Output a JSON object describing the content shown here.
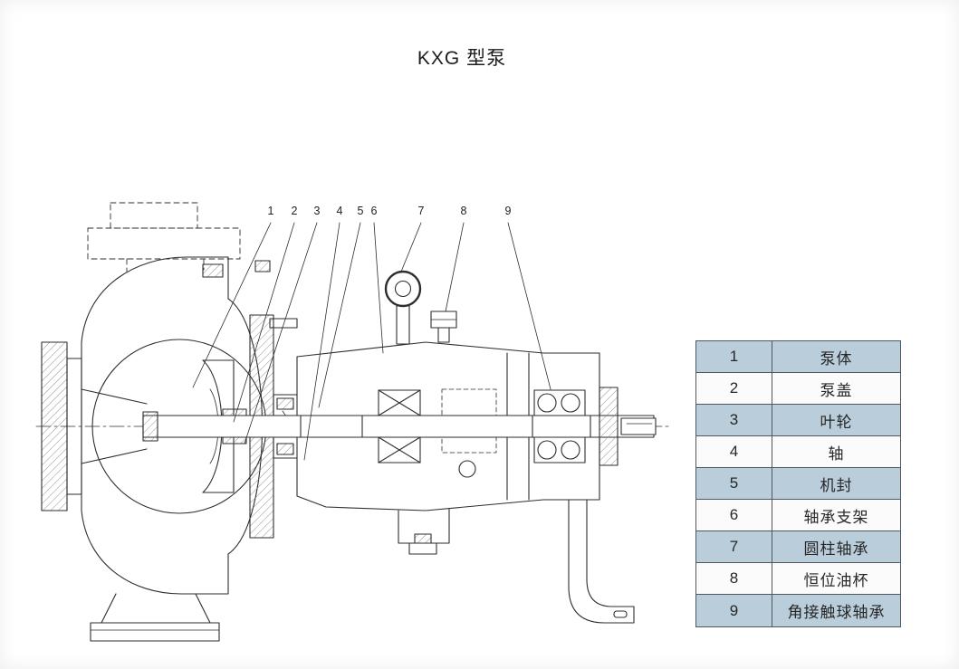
{
  "page": {
    "title": "KXG 型泵"
  },
  "colors": {
    "table_shade": "#b9cdda",
    "table_bg": "#fbfbfb",
    "table_border": "#4f565c",
    "line": "#2e2e2e"
  },
  "callouts": [
    "1",
    "2",
    "3",
    "4",
    "5",
    "6",
    "7",
    "8",
    "9"
  ],
  "parts_table": {
    "rows": [
      {
        "no": "1",
        "name": "泵体"
      },
      {
        "no": "2",
        "name": "泵盖"
      },
      {
        "no": "3",
        "name": "叶轮"
      },
      {
        "no": "4",
        "name": "轴"
      },
      {
        "no": "5",
        "name": "机封"
      },
      {
        "no": "6",
        "name": "轴承支架"
      },
      {
        "no": "7",
        "name": "圆柱轴承"
      },
      {
        "no": "8",
        "name": "恒位油杯"
      },
      {
        "no": "9",
        "name": "角接触球轴承"
      }
    ]
  }
}
